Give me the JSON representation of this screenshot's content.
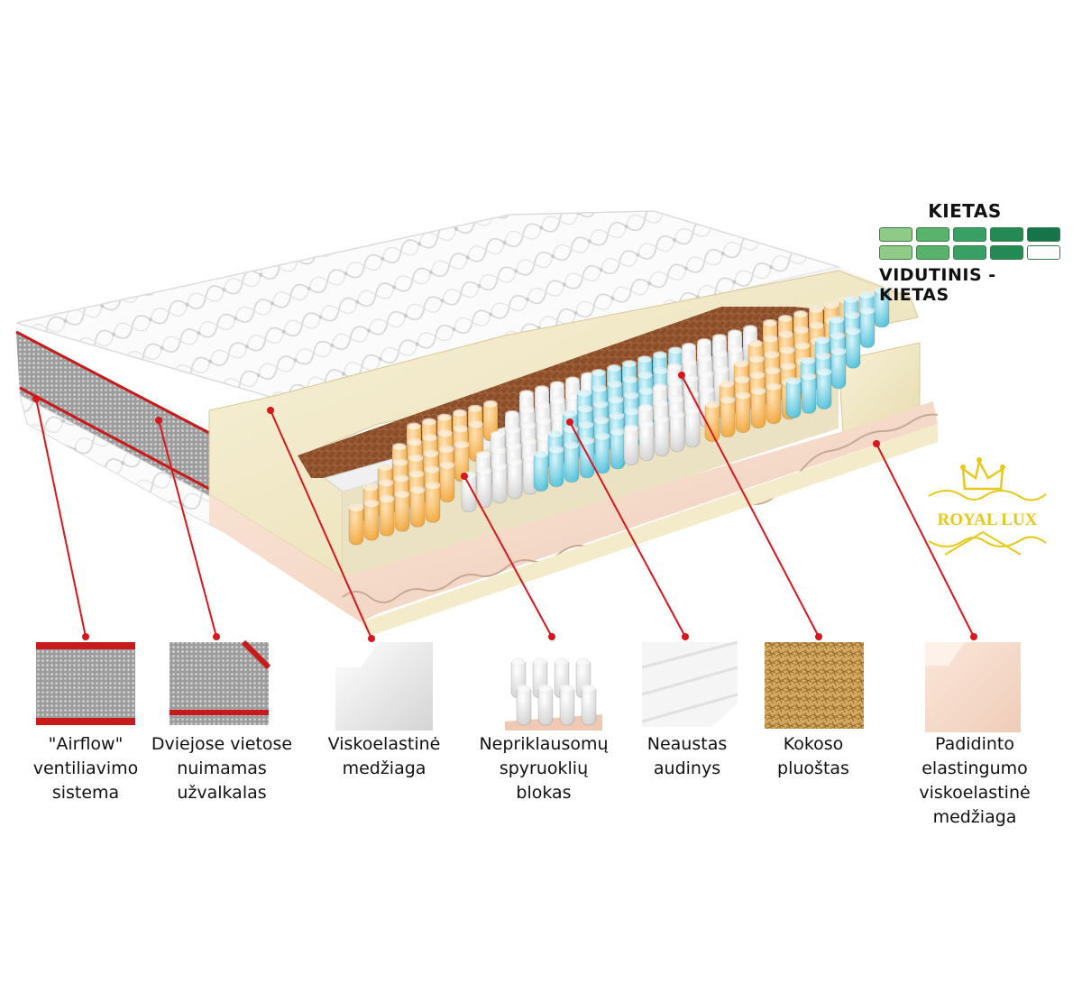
{
  "firmness": {
    "top_label": "KIETAS",
    "bottom_label": "VIDUTINIS - KIETAS",
    "scale_top": {
      "filled": 5,
      "total": 5
    },
    "scale_bottom": {
      "filled": 4,
      "total": 5
    },
    "colors": [
      "#8fcb86",
      "#59b36c",
      "#37a064",
      "#238a55",
      "#17744a"
    ]
  },
  "brand": {
    "name": "ROYAL LUX",
    "color": "#e8c81a"
  },
  "layers": [
    {
      "id": "airflow",
      "label": "\"Airflow\"\nventiliavimo\nsistema"
    },
    {
      "id": "cover",
      "label": "Dviejose vietose\nnuimamas\nužvalkalas"
    },
    {
      "id": "memory",
      "label": "Viskoelastinė\nmedžiaga"
    },
    {
      "id": "springs",
      "label": "Nepriklausomų\nspyruoklių\nblokas"
    },
    {
      "id": "nonwoven",
      "label": "Neaustas\naudinys"
    },
    {
      "id": "coconut",
      "label": "Kokoso\npluoštas"
    },
    {
      "id": "hr-foam",
      "label": "Padidinto elastingumo\nviskoelastinė\nmedžiaga"
    }
  ],
  "colors": {
    "pointer": "#d9161c",
    "foam": "#f3ebc9",
    "coconut": "#8a4d2a",
    "pink_foam": "#f5d9c8"
  }
}
